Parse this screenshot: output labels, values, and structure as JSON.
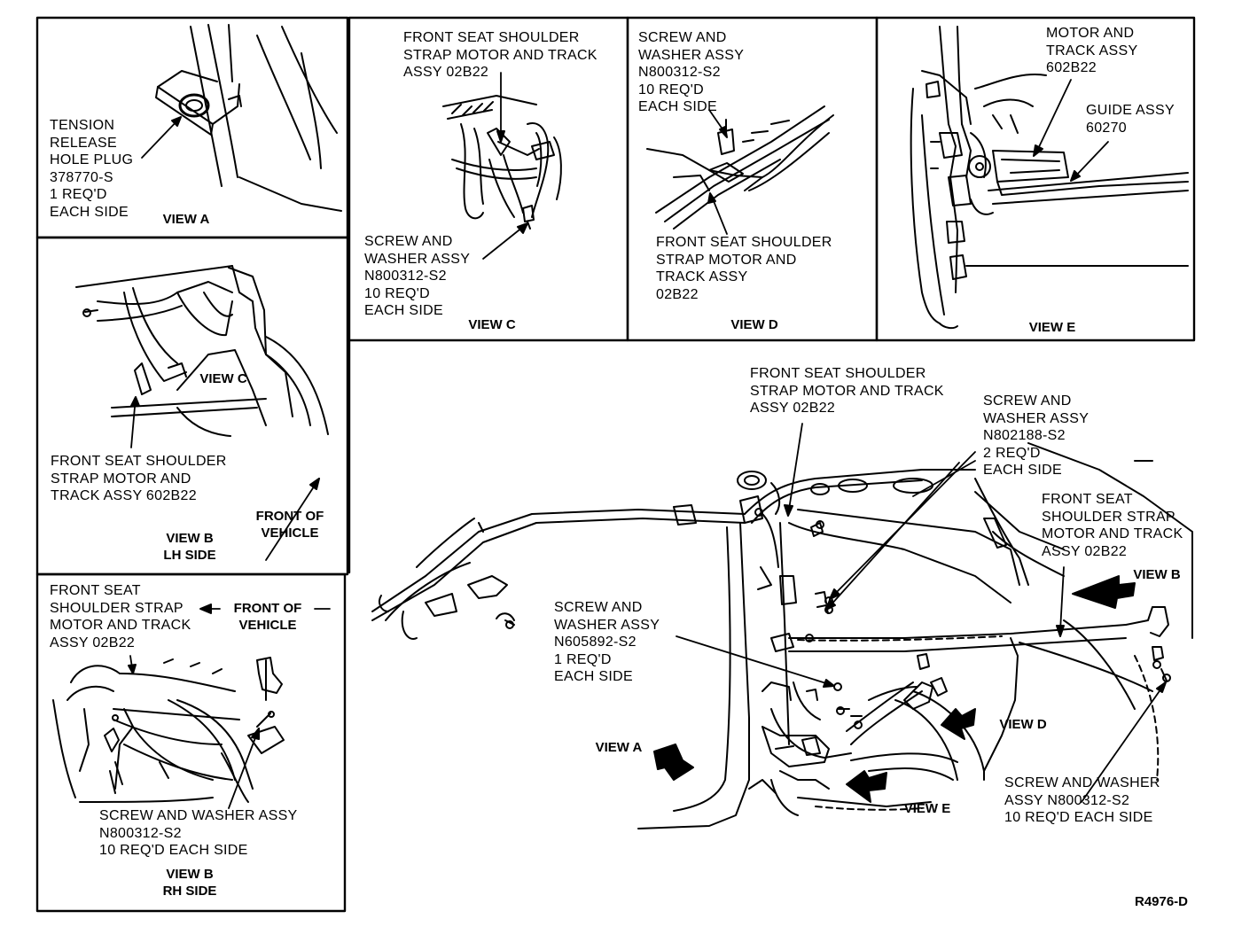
{
  "view_a": {
    "label": "VIEW A",
    "part": "TENSION\nRELEASE\nHOLE PLUG\n378770-S\n1 REQ'D\nEACH SIDE"
  },
  "view_c": {
    "label": "VIEW C",
    "motor": "FRONT SEAT SHOULDER\nSTRAP MOTOR AND TRACK\nASSY 02B22",
    "screw": "SCREW AND\nWASHER ASSY\nN800312-S2\n10 REQ'D\nEACH SIDE"
  },
  "view_d": {
    "label": "VIEW D",
    "screw": "SCREW AND\nWASHER ASSY\nN800312-S2\n10 REQ'D\nEACH SIDE",
    "motor": "FRONT SEAT SHOULDER\nSTRAP MOTOR AND\nTRACK ASSY\n02B22"
  },
  "view_e": {
    "label": "VIEW E",
    "motor": "MOTOR AND\nTRACK ASSY\n602B22",
    "guide": "GUIDE ASSY\n60270"
  },
  "view_b_lh": {
    "label": "VIEW B\nLH SIDE",
    "inner_view": "VIEW C",
    "motor": "FRONT SEAT SHOULDER\nSTRAP MOTOR AND\nTRACK ASSY 602B22",
    "front": "FRONT OF\nVEHICLE"
  },
  "view_b_rh": {
    "label": "VIEW B\nRH SIDE",
    "motor": "FRONT SEAT\nSHOULDER STRAP\nMOTOR AND TRACK\nASSY 02B22",
    "front": "FRONT OF\nVEHICLE",
    "screw": "SCREW AND WASHER ASSY\nN800312-S2\n10 REQ'D EACH SIDE"
  },
  "main": {
    "motor_top": "FRONT SEAT SHOULDER\nSTRAP MOTOR AND TRACK\nASSY 02B22",
    "screw_top": "SCREW AND\nWASHER ASSY\nN802188-S2\n2 REQ'D\nEACH SIDE",
    "motor_right": "FRONT SEAT\nSHOULDER STRAP\nMOTOR AND TRACK\nASSY 02B22",
    "view_b": "VIEW B",
    "screw_mid": "SCREW AND\nWASHER ASSY\nN605892-S2\n1 REQ'D\nEACH SIDE",
    "view_a": "VIEW A",
    "view_d": "VIEW D",
    "view_e": "VIEW E",
    "screw_bottom": "SCREW AND WASHER\nASSY N800312-S2\n10 REQ'D EACH SIDE"
  },
  "figure_code": "R4976-D"
}
